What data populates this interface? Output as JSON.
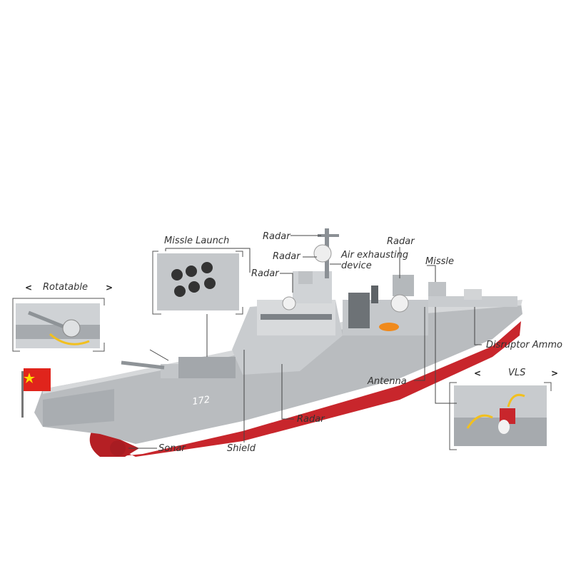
{
  "labels": {
    "rotatable": "Rotatable",
    "missle_launch": "Missle Launch",
    "radar_top": "Radar",
    "radar_mid": "Radar",
    "radar_left": "Radar",
    "air_exhausting": "Air exhausting",
    "device": "device",
    "radar_right": "Radar",
    "missle": "Missle",
    "disruptor_ammo": "Disruptor Ammo",
    "antenna": "Antenna",
    "vls": "VLS",
    "radar_bottom": "Radar",
    "shield": "Shield",
    "sonar": "Sonar"
  },
  "hull_number": "172",
  "arrows": {
    "left": "<",
    "right": ">"
  },
  "colors": {
    "hull_red": "#c8262c",
    "hull_grey": "#b9bcbf",
    "deck_grey": "#9a9ea2",
    "flag_red": "#e0241c",
    "flag_star": "#ffde00",
    "callout_line": "#444444",
    "rotate_arrow": "#f2c01e"
  }
}
